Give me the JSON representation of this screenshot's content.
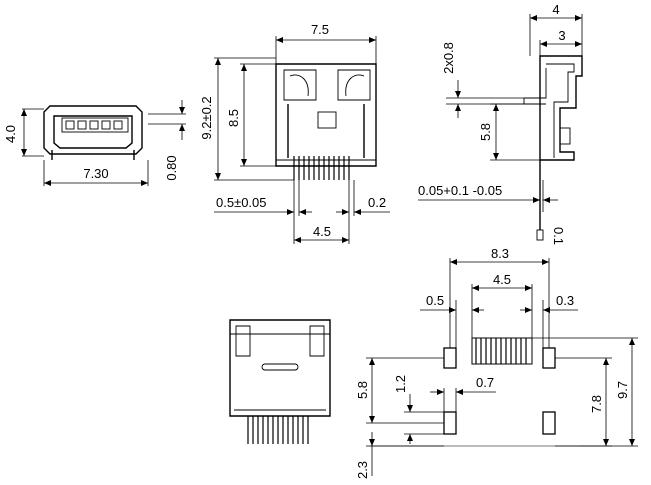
{
  "front_view": {
    "width_label": "7.30",
    "height_label": "4.0",
    "pin_offset_label": "0.80"
  },
  "top_view": {
    "width_label": "7.5",
    "depth_label": "8.5",
    "overall_label": "9.2±0.2",
    "pitch_label": "0.5±0.05",
    "lead_label": "0.2",
    "span_label": "4.5"
  },
  "side_view": {
    "width_label": "4",
    "inner_label": "3",
    "slot_label": "2x0.8",
    "height_label": "5.8",
    "tol_label": "0.05+0.1 -0.05",
    "tail_label": "0.1"
  },
  "footprint": {
    "width_label": "8.3",
    "span_label": "4.5",
    "left_gap_label": "0.5",
    "right_gap_label": "0.3",
    "height_left_label": "5.8",
    "pad_h_label": "1.2",
    "pad_w_label": "0.7",
    "height_right1_label": "7.8",
    "height_right2_label": "9.7",
    "bottom_label": "2.3"
  }
}
